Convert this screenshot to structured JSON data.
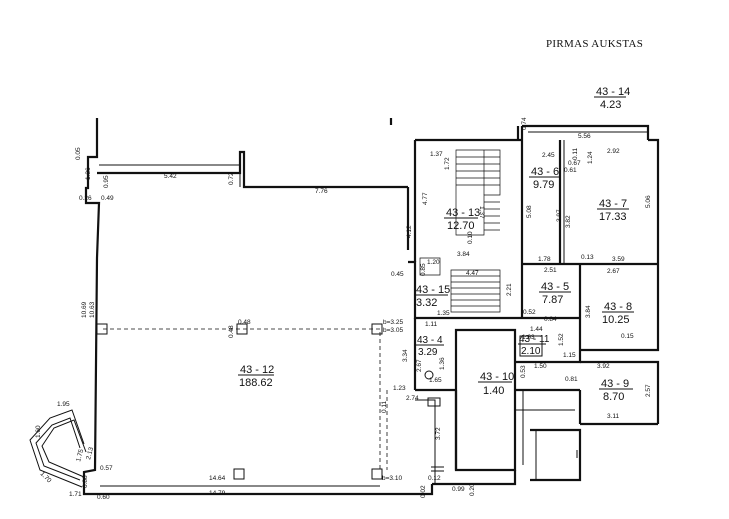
{
  "title": "PIRMAS AUKSTAS",
  "rooms": [
    {
      "id": "43 - 14",
      "area": "4.23"
    },
    {
      "id": "43 - 6",
      "area": "9.79"
    },
    {
      "id": "43 - 7",
      "area": "17.33"
    },
    {
      "id": "43 - 13",
      "area": "12.70"
    },
    {
      "id": "43 - 15",
      "area": "3.32"
    },
    {
      "id": "43 - 5",
      "area": "7.87"
    },
    {
      "id": "43 - 8",
      "area": "10.25"
    },
    {
      "id": "43 - 4",
      "area": "3.29"
    },
    {
      "id": "43 - 11",
      "area": "2.10"
    },
    {
      "id": "43 - 10",
      "area": "1.40"
    },
    {
      "id": "43 - 12",
      "area": "188.62"
    },
    {
      "id": "43 - 9",
      "area": "8.70"
    }
  ],
  "dimensions": {
    "d_0_05": "0.05",
    "d_1_36": "1.36",
    "d_0_26": "0.26",
    "d_0_49": "0.49",
    "d_0_95": "0.95",
    "d_5_42": "5.42",
    "d_0_72": "0.72",
    "d_7_76": "7.76",
    "d_1_37": "1.37",
    "d_1_72": "1.72",
    "d_4_77": "4.77",
    "d_1_37b": "1.37",
    "d_0_10": "0.10",
    "d_3_84": "3.84",
    "d_4_12": "4.12",
    "d_0_74": "0.74",
    "d_5_56": "5.56",
    "d_2_45": "2.45",
    "d_0_11": "0.11",
    "d_1_24": "1.24",
    "d_2_92": "2.92",
    "d_0_61": "0.61",
    "d_0_67": "0.67",
    "d_5_08": "5.08",
    "d_3_97": "3.97",
    "d_3_82": "3.82",
    "d_5_06": "5.06",
    "d_1_78": "1.78",
    "d_0_13": "0.13",
    "d_3_59": "3.59",
    "d_0_45": "0.45",
    "d_1_20": "1.20",
    "d_0_85": "0.85",
    "d_4_47": "4.47",
    "d_2_21": "2.21",
    "d_2_51": "2.51",
    "d_2_67": "2.67",
    "d_3_84b": "3.84",
    "d_0_15": "0.15",
    "d_10_69": "10.69",
    "d_10_63": "10.63",
    "d_0_48a": "0.48",
    "d_0_48b": "0.48",
    "d_b_3_25": "b=3.25",
    "d_b_3_05": "b=3.05",
    "d_1_35": "1.35",
    "d_1_11": "1.11",
    "d_0_52": "0.52",
    "d_0_84": "0.84",
    "d_1_44": "1.44",
    "d_1_63": "1.63",
    "d_1_52": "1.52",
    "d_3_34": "3.34",
    "d_2_67b": "2.67",
    "d_1_36b": "1.36",
    "d_1_65": "1.65",
    "d_1_15": "1.15",
    "d_1_50": "1.50",
    "d_0_53": "0.53",
    "d_0_81": "0.81",
    "d_3_92": "3.92",
    "d_2_57": "2.57",
    "d_3_11": "3.11",
    "d_1_23": "1.23",
    "d_0_11b": "0.11",
    "d_2_74": "2.74",
    "d_3_72": "3.72",
    "d_1_95": "1.95",
    "d_1_60": "1.60",
    "d_1_70": "1.70",
    "d_1_75": "1.75",
    "d_2_13": "2.13",
    "d_0_57": "0.57",
    "d_0_88": "0.88",
    "d_1_71": "1.71",
    "d_0_60": "0.60",
    "d_14_64": "14.64",
    "d_14_79": "14.79",
    "d_b_3_10": "b=3.10",
    "d_0_12": "0.12",
    "d_0_02": "0.02",
    "d_0_99": "0.99",
    "d_0_20": "0.20"
  }
}
